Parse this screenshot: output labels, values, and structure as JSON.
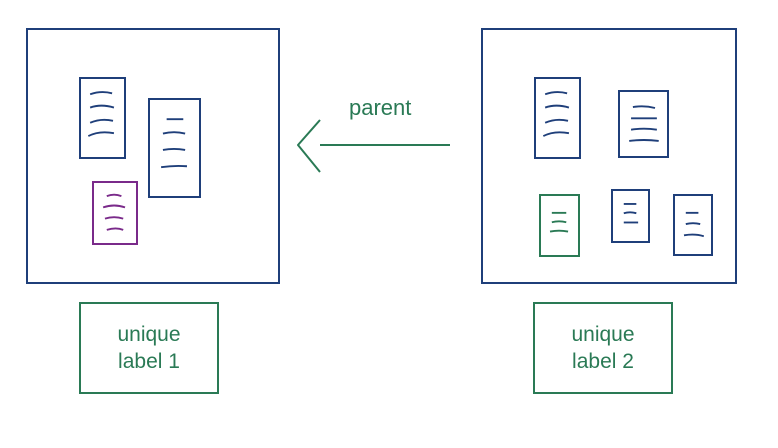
{
  "left_group": {
    "label": "unique label 1"
  },
  "right_group": {
    "label": "unique label 2"
  },
  "arrow": {
    "label": "parent"
  },
  "colors": {
    "frame": "#1f3f7a",
    "label_green": "#2a7a55",
    "doc_blue": "#1f3f7a",
    "doc_purple": "#7a2a8a",
    "doc_green": "#2a7a55"
  }
}
